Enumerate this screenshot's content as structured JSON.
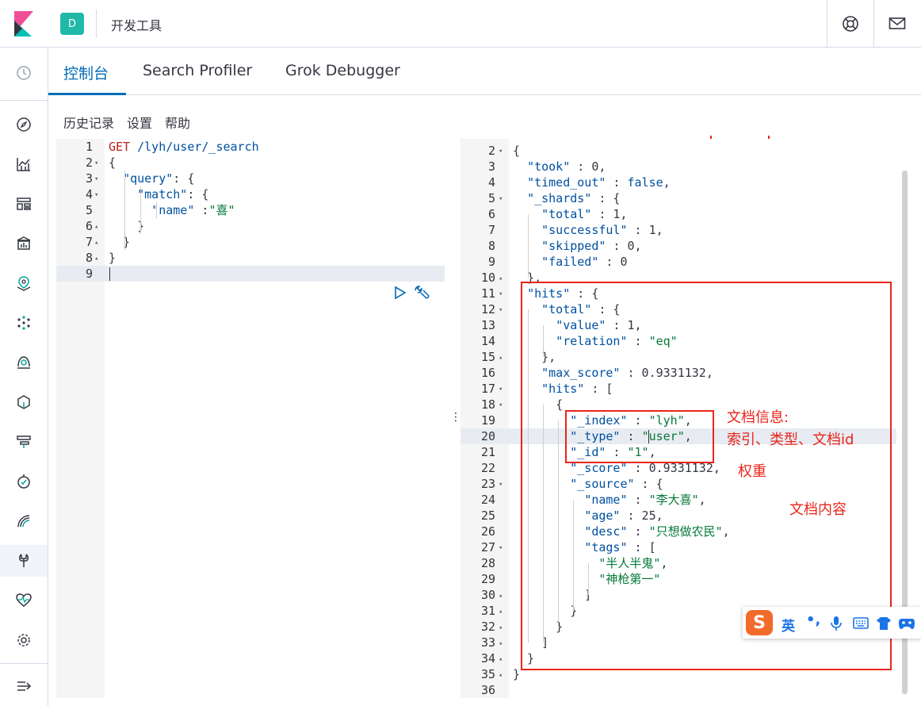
{
  "header": {
    "space_initial": "D",
    "app_title": "开发工具"
  },
  "tabs": [
    {
      "label": "控制台",
      "active": true
    },
    {
      "label": "Search Profiler",
      "active": false
    },
    {
      "label": "Grok Debugger",
      "active": false
    }
  ],
  "submenu": [
    "历史记录",
    "设置",
    "帮助"
  ],
  "request": {
    "lines": [
      {
        "n": "1",
        "fold": "",
        "text": "GET /lyh/user/_search"
      },
      {
        "n": "2",
        "fold": "▾",
        "text": "{"
      },
      {
        "n": "3",
        "fold": "▾",
        "text": "  \"query\": {"
      },
      {
        "n": "4",
        "fold": "▾",
        "text": "    \"match\": {"
      },
      {
        "n": "5",
        "fold": "",
        "text": "      \"name\" :\"喜\""
      },
      {
        "n": "6",
        "fold": "▴",
        "text": "    }"
      },
      {
        "n": "7",
        "fold": "▴",
        "text": "  }"
      },
      {
        "n": "8",
        "fold": "▴",
        "text": "}"
      },
      {
        "n": "9",
        "fold": "",
        "text": ""
      }
    ]
  },
  "response": {
    "lines": [
      {
        "n": "2",
        "fold": "▾",
        "text": "{"
      },
      {
        "n": "3",
        "fold": "",
        "text": "  \"took\" : 0,"
      },
      {
        "n": "4",
        "fold": "",
        "text": "  \"timed_out\" : false,"
      },
      {
        "n": "5",
        "fold": "▾",
        "text": "  \"_shards\" : {"
      },
      {
        "n": "6",
        "fold": "",
        "text": "    \"total\" : 1,"
      },
      {
        "n": "7",
        "fold": "",
        "text": "    \"successful\" : 1,"
      },
      {
        "n": "8",
        "fold": "",
        "text": "    \"skipped\" : 0,"
      },
      {
        "n": "9",
        "fold": "",
        "text": "    \"failed\" : 0"
      },
      {
        "n": "10",
        "fold": "▴",
        "text": "  },"
      },
      {
        "n": "11",
        "fold": "▾",
        "text": "  \"hits\" : {"
      },
      {
        "n": "12",
        "fold": "▾",
        "text": "    \"total\" : {"
      },
      {
        "n": "13",
        "fold": "",
        "text": "      \"value\" : 1,"
      },
      {
        "n": "14",
        "fold": "",
        "text": "      \"relation\" : \"eq\""
      },
      {
        "n": "15",
        "fold": "▴",
        "text": "    },"
      },
      {
        "n": "16",
        "fold": "",
        "text": "    \"max_score\" : 0.9331132,"
      },
      {
        "n": "17",
        "fold": "▾",
        "text": "    \"hits\" : ["
      },
      {
        "n": "18",
        "fold": "▾",
        "text": "      {"
      },
      {
        "n": "19",
        "fold": "",
        "text": "        \"_index\" : \"lyh\","
      },
      {
        "n": "20",
        "fold": "",
        "text": "        \"_type\" : \"user\","
      },
      {
        "n": "21",
        "fold": "",
        "text": "        \"_id\" : \"1\","
      },
      {
        "n": "22",
        "fold": "",
        "text": "        \"_score\" : 0.9331132,"
      },
      {
        "n": "23",
        "fold": "▾",
        "text": "        \"_source\" : {"
      },
      {
        "n": "24",
        "fold": "",
        "text": "          \"name\" : \"李大喜\","
      },
      {
        "n": "25",
        "fold": "",
        "text": "          \"age\" : 25,"
      },
      {
        "n": "26",
        "fold": "",
        "text": "          \"desc\" : \"只想做农民\","
      },
      {
        "n": "27",
        "fold": "▾",
        "text": "          \"tags\" : ["
      },
      {
        "n": "28",
        "fold": "",
        "text": "            \"半人半鬼\","
      },
      {
        "n": "29",
        "fold": "",
        "text": "            \"神枪第一\""
      },
      {
        "n": "30",
        "fold": "▴",
        "text": "          ]"
      },
      {
        "n": "31",
        "fold": "▴",
        "text": "        }"
      },
      {
        "n": "32",
        "fold": "▴",
        "text": "      }"
      },
      {
        "n": "33",
        "fold": "▴",
        "text": "    ]"
      },
      {
        "n": "34",
        "fold": "▴",
        "text": "  }"
      },
      {
        "n": "35",
        "fold": "▴",
        "text": "}"
      },
      {
        "n": "36",
        "fold": "",
        "text": ""
      }
    ]
  },
  "annotations": {
    "doc_info_title": "文档信息:",
    "doc_info_detail": "索引、类型、文档id",
    "weight": "权重",
    "doc_content": "文档内容"
  },
  "ime": {
    "logo": "S",
    "mode": "英"
  },
  "colors": {
    "accent": "#006bb8",
    "annotation_red": "#e8251b",
    "space_badge": "#20b8a7"
  }
}
